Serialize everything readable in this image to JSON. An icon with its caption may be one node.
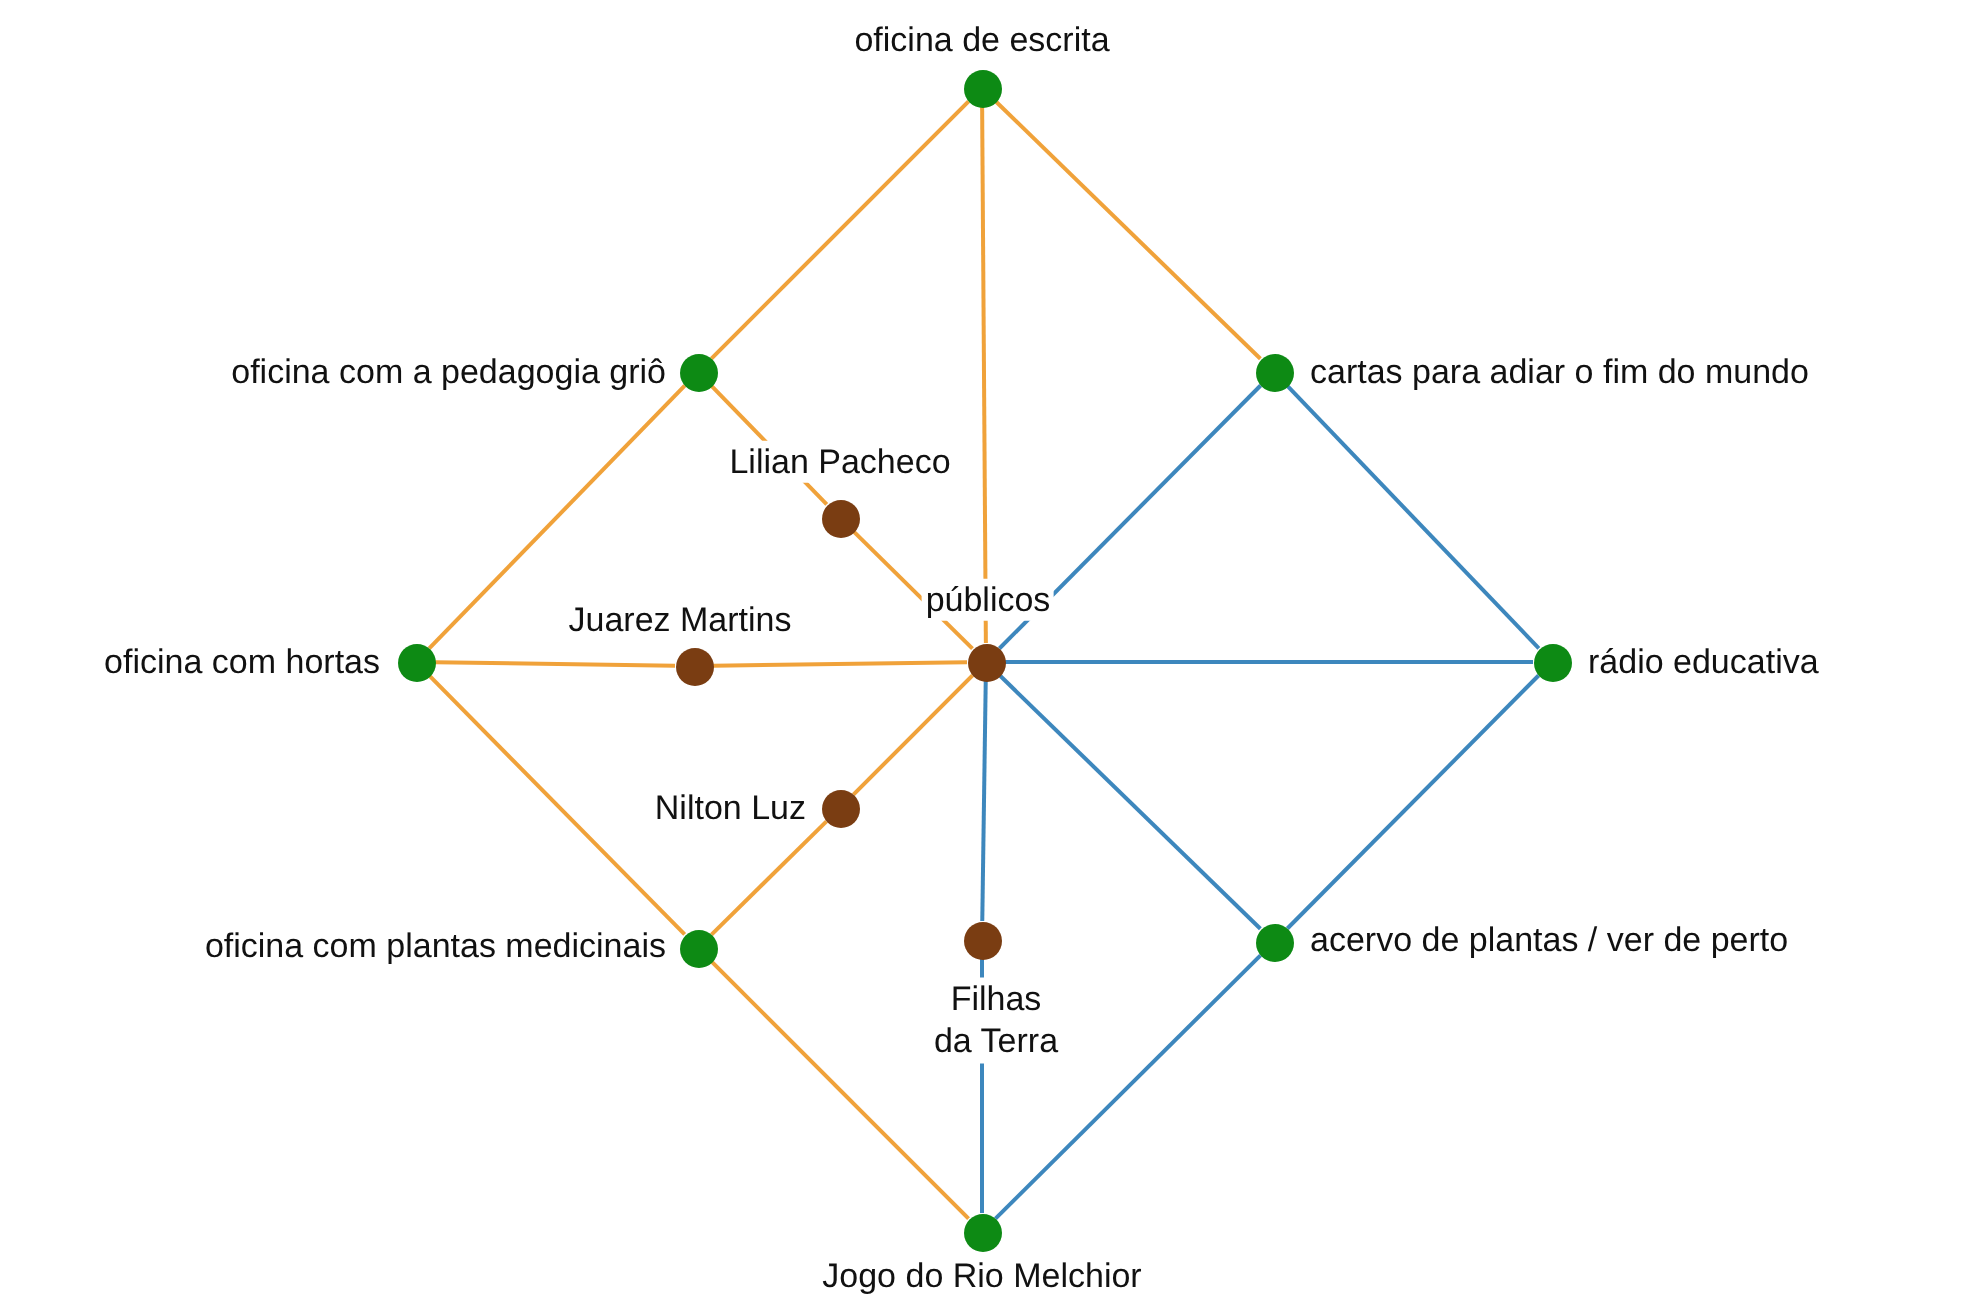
{
  "diagram": {
    "nodes": [
      {
        "text": [
          "oficina de escrita"
        ]
      },
      {
        "text": [
          "oficina com a pedagogia griô"
        ]
      },
      {
        "text": [
          "cartas para adiar o fim do mundo"
        ]
      },
      {
        "text": [
          "oficina com hortas"
        ]
      },
      {
        "text": [
          "rádio educativa"
        ]
      },
      {
        "text": [
          "oficina com plantas medicinais"
        ]
      },
      {
        "text": [
          "acervo de plantas / ver de perto"
        ]
      },
      {
        "text": [
          "Jogo do Rio Melchior"
        ]
      },
      {
        "text": [
          "públicos"
        ]
      },
      {
        "text": [
          "Lilian Pacheco"
        ]
      },
      {
        "text": [
          "Juarez Martins"
        ]
      },
      {
        "text": [
          "Nilton Luz"
        ]
      },
      {
        "text": [
          "Filhas da Terra"
        ]
      }
    ],
    "edges": [
      {
        "from": 0,
        "to": 1,
        "arrow": "none"
      },
      {
        "from": 1,
        "to": 3,
        "arrow": "none"
      },
      {
        "from": 3,
        "to": 5,
        "arrow": "none"
      },
      {
        "from": 5,
        "to": 7,
        "arrow": "none"
      },
      {
        "from": 0,
        "to": 8,
        "arrow": "none"
      },
      {
        "from": 0,
        "to": 2,
        "arrow": "none"
      },
      {
        "from": 1,
        "to": 9,
        "arrow": "none"
      },
      {
        "from": 9,
        "to": 8,
        "arrow": "none"
      },
      {
        "from": 3,
        "to": 10,
        "arrow": "none"
      },
      {
        "from": 10,
        "to": 8,
        "arrow": "none"
      },
      {
        "from": 5,
        "to": 11,
        "arrow": "none"
      },
      {
        "from": 11,
        "to": 8,
        "arrow": "none"
      },
      {
        "from": 2,
        "to": 4,
        "arrow": "none",
        "color": "#3d87bd"
      },
      {
        "from": 4,
        "to": 6,
        "arrow": "none",
        "color": "#3d87bd"
      },
      {
        "from": 6,
        "to": 7,
        "arrow": "none",
        "color": "#3d87bd"
      },
      {
        "from": 2,
        "to": 8,
        "arrow": "none",
        "color": "#3d87bd"
      },
      {
        "from": 8,
        "to": 4,
        "arrow": "none",
        "color": "#3d87bd"
      },
      {
        "from": 8,
        "to": 6,
        "arrow": "none",
        "color": "#3d87bd"
      },
      {
        "from": 8,
        "to": 12,
        "arrow": "none",
        "color": "#3d87bd"
      },
      {
        "from": 12,
        "to": 7,
        "arrow": "none",
        "color": "#3d87bd"
      }
    ]
  }
}
